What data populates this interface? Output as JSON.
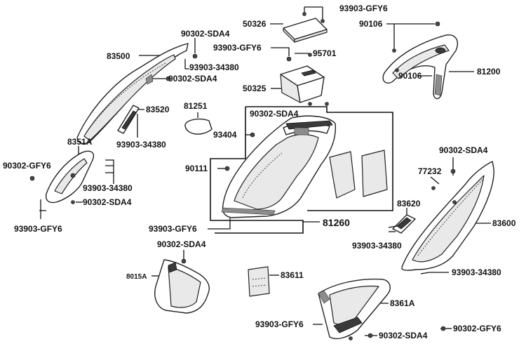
{
  "diagram": {
    "labels": {
      "p93903_gfy6_top": "93903-GFY6",
      "p50326": "50326",
      "p90106_top": "90106",
      "p90302_sda4_1": "90302-SDA4",
      "p83500": "83500",
      "p93903_gfy6_2": "93903-GFY6",
      "p95701": "95701",
      "p93903_34380_1": "93903-34380",
      "p90302_sda4_2": "90302-SDA4",
      "p81200": "81200",
      "p90106_2": "90106",
      "p50325": "50325",
      "p83520": "83520",
      "p81251": "81251",
      "p90302_sda4_3": "90302-SDA4",
      "p93404": "93404",
      "p93903_34380_2": "93903-34380",
      "p8351a": "8351A",
      "p90302_gfy6_left": "90302-GFY6",
      "p90111": "90111",
      "p90302_sda4_4": "90302-SDA4",
      "p77232": "77232",
      "p93903_34380_3": "93903-34380",
      "p90302_sda4_5": "90302-SDA4",
      "p93903_gfy6_left": "93903-GFY6",
      "p83620": "83620",
      "p83600": "83600",
      "p93903_gfy6_mid": "93903-GFY6",
      "p81260": "81260",
      "p90302_sda4_6": "90302-SDA4",
      "p93903_34380_4": "93903-34380",
      "p8015a": "8015A",
      "p83611": "83611",
      "p93903_34380_5": "93903-34380",
      "p8361a": "8361A",
      "p93903_gfy6_bot": "93903-GFY6",
      "p90302_sda4_7": "90302-SDA4",
      "p90302_gfy6_bot": "90302-GFY6"
    }
  }
}
